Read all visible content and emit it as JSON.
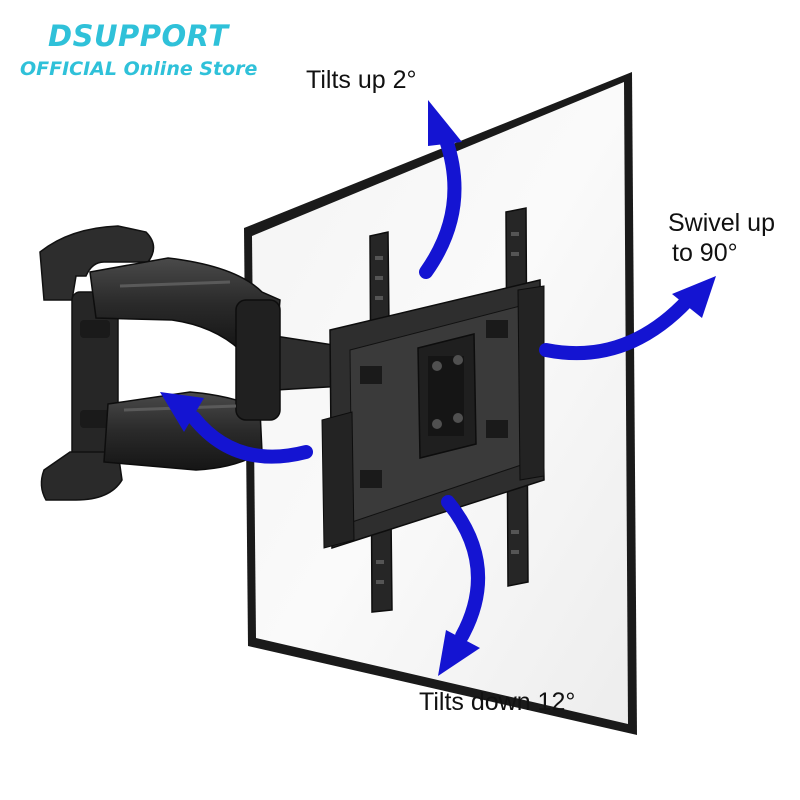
{
  "brand": {
    "name": "DSUPPORT",
    "tagline": "OFFICIAL Online Store"
  },
  "annotations": {
    "tilt_up": "Tilts up 2°",
    "swivel_line1": "Swivel up",
    "swivel_line2": "to 90°",
    "tilt_down": "Tilts down 12°"
  },
  "colors": {
    "brand": "#2fc1d9",
    "arrow": "#1414d2",
    "text": "#111111",
    "tv_frame": "#1a1a1a",
    "mount": "#2b2b2b"
  }
}
